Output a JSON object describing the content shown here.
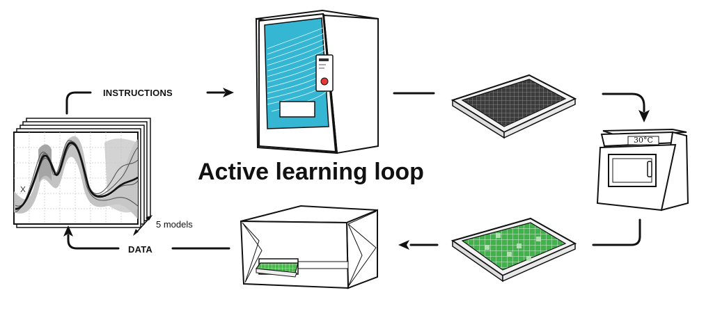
{
  "diagram": {
    "title": "Active learning loop",
    "labels": {
      "instructions": "INSTRUCTIONS",
      "data": "DATA",
      "models": "5 models"
    },
    "incubator_temperature": "30°C"
  },
  "colors": {
    "robot_glass": "#35b6d3",
    "plate_green": "#3fb24a",
    "outline": "#111111"
  }
}
